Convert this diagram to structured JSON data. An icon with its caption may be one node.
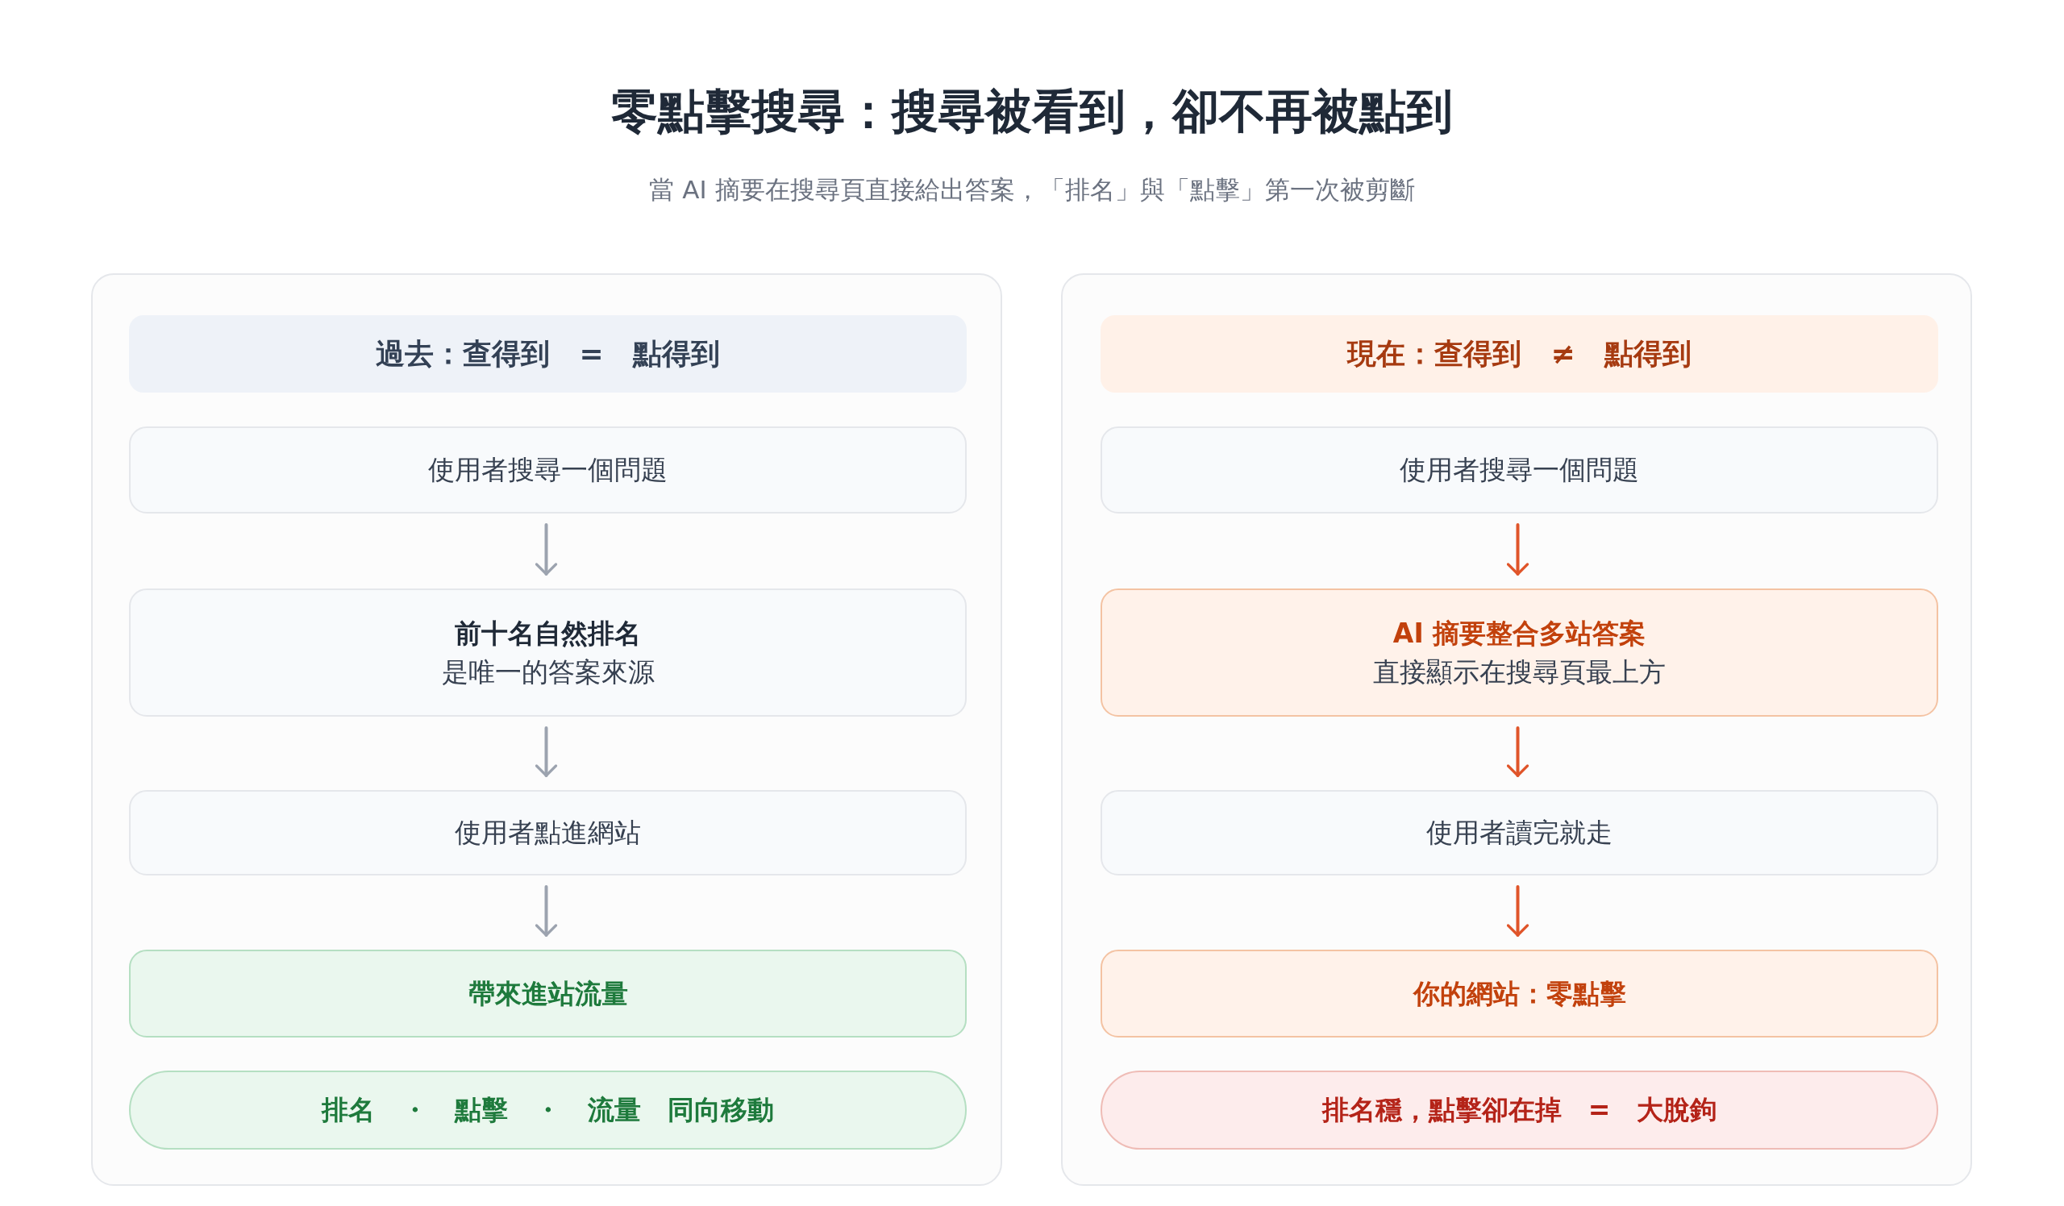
{
  "diagram": {
    "title": "零點擊搜尋：搜尋被看到，卻不再被點到",
    "caption": "當 AI 摘要在搜尋頁直接給出答案，「排名」與「點擊」第一次被剪斷",
    "nodes": [
      {
        "text": [],
        "shape": "box"
      },
      {
        "text": [
          "過去：查得到　=　點得到"
        ],
        "in": 0
      },
      {
        "text": [
          "使用者搜尋一個問題"
        ],
        "in": 0
      },
      {
        "text": [
          "前十名自然排名",
          "是唯一的答案來源"
        ],
        "in": 0
      },
      {
        "text": [
          "使用者點進網站"
        ],
        "in": 0
      },
      {
        "text": [
          "帶來進站流量"
        ],
        "in": 0
      },
      {
        "text": [
          "排名　・　點擊　・　流量　同向移動"
        ],
        "in": 0
      },
      {
        "text": [],
        "shape": "box"
      },
      {
        "text": [
          "現在：查得到　≠　點得到"
        ],
        "in": 7
      },
      {
        "text": [
          "使用者搜尋一個問題"
        ],
        "in": 7
      },
      {
        "text": [
          "AI 摘要整合多站答案",
          "直接顯示在搜尋頁最上方"
        ],
        "in": 7
      },
      {
        "text": [
          "使用者讀完就走"
        ],
        "in": 7
      },
      {
        "text": [
          "你的網站：零點擊"
        ],
        "in": 7
      },
      {
        "text": [
          "排名穩，點擊卻在掉　=　大脫鉤"
        ],
        "in": 7
      }
    ],
    "edges": [
      {
        "from": 2,
        "to": 3,
        "arrow": "to",
        "color": "#9ca3af"
      },
      {
        "from": 3,
        "to": 4,
        "arrow": "to",
        "color": "#9ca3af"
      },
      {
        "from": 4,
        "to": 5,
        "arrow": "to",
        "color": "#9ca3af"
      },
      {
        "from": 9,
        "to": 10,
        "arrow": "to",
        "color": "#e0552a"
      },
      {
        "from": 10,
        "to": 11,
        "arrow": "to",
        "color": "#e0552a"
      },
      {
        "from": 11,
        "to": 12,
        "arrow": "to",
        "color": "#e0552a"
      }
    ]
  }
}
